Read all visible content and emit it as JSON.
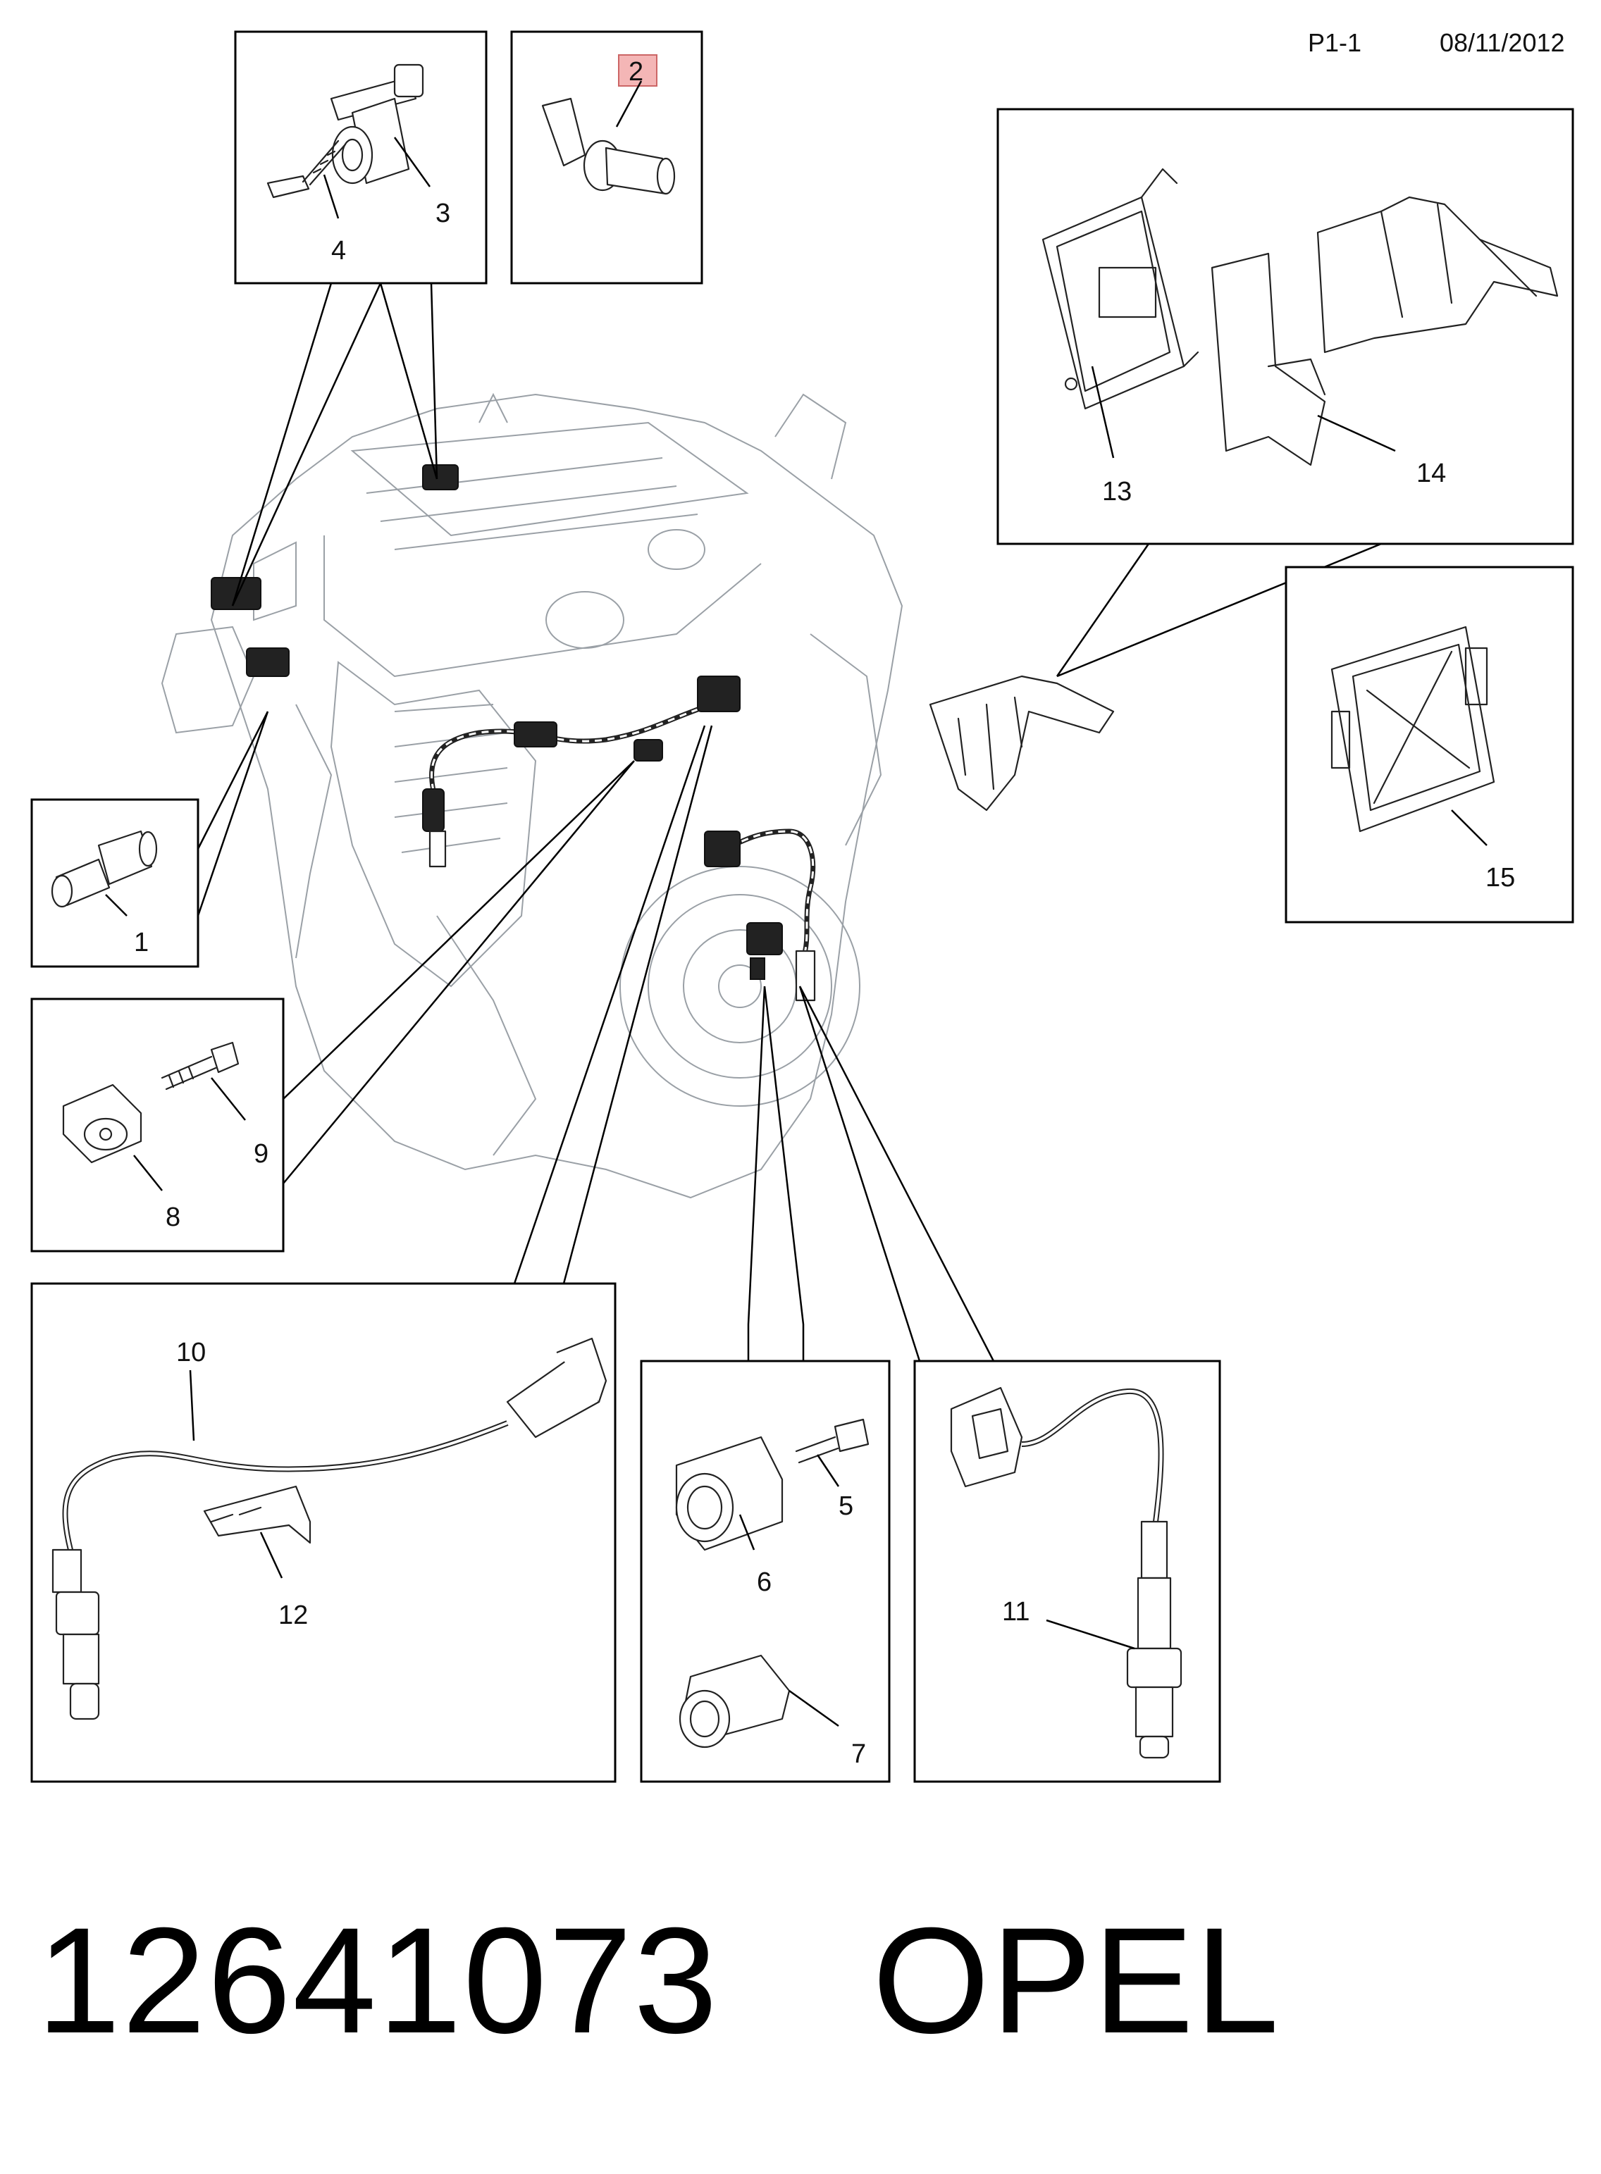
{
  "header": {
    "page": "P1-1",
    "date": "08/11/2012"
  },
  "footer": {
    "part_number": "12641073",
    "make": "OPEL"
  },
  "callouts": {
    "c1": "1",
    "c2": "2",
    "c3": "3",
    "c4": "4",
    "c5": "5",
    "c6": "6",
    "c7": "7",
    "c8": "8",
    "c9": "9",
    "c10": "10",
    "c11": "11",
    "c12": "12",
    "c13": "13",
    "c14": "14",
    "c15": "15"
  },
  "highlight_color": "#f4b6b6"
}
